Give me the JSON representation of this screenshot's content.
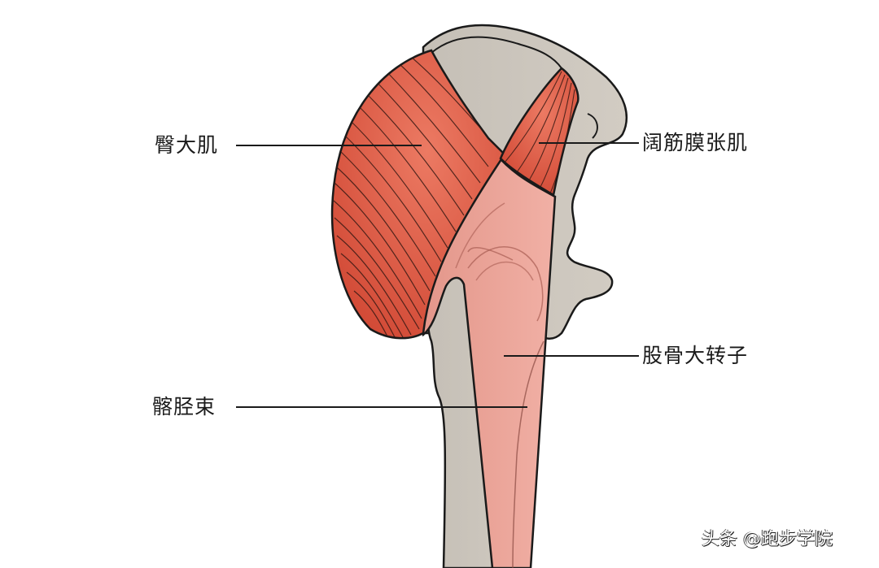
{
  "diagram": {
    "subject": "Hip lateral view: gluteus maximus, tensor fasciae latae, iliotibial band, greater trochanter",
    "labels": {
      "gluteus_maximus": "臀大肌",
      "tensor_fasciae_latae": "阔筋膜张肌",
      "greater_trochanter": "股骨大转子",
      "iliotibial_band": "髂胫束"
    },
    "watermark": "头条 @跑步学院",
    "colors": {
      "background": "#ffffff",
      "bone": "#cbc5bc",
      "muscle": "#d9553f",
      "muscle_highlight": "#e8735c",
      "tendon_band": "#eea79c",
      "tendon_band_dark": "#e29488",
      "outline": "#1a1a1a",
      "leader_line": "#1a1a1a"
    }
  }
}
